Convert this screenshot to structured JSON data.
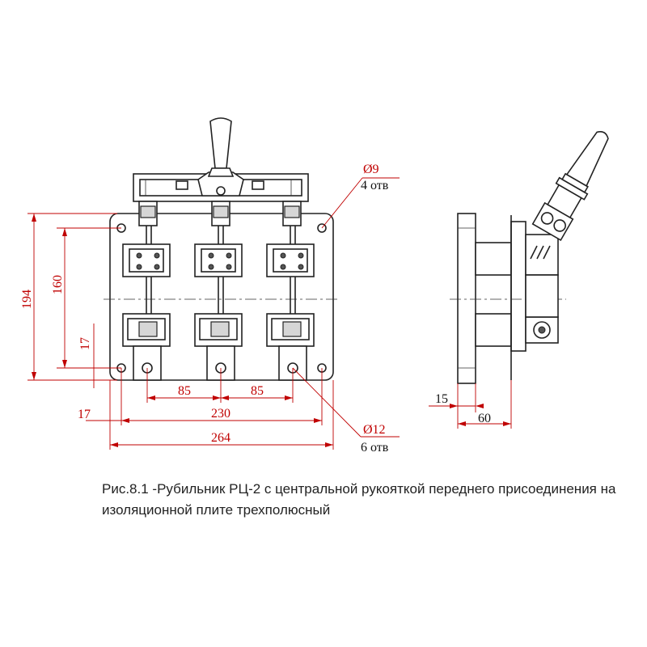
{
  "dimensions": {
    "height_194": "194",
    "height_160": "160",
    "offset_17_vertical": "17",
    "offset_17_horizontal": "17",
    "pitch_left": "85",
    "pitch_right": "85",
    "width_230": "230",
    "width_264": "264",
    "hole_small": "Ø9",
    "hole_small_count": "4 отв",
    "hole_large": "Ø12",
    "hole_large_count": "6 отв",
    "side_15": "15",
    "side_60": "60"
  },
  "caption": {
    "line1": "Рис.8.1 -Рубильник РЦ-2 с центральной рукояткой переднего присоединения на",
    "line2": "изоляционной плите трехполюсный"
  },
  "colors": {
    "dimension_color": "#c00000",
    "line_color": "#222222"
  }
}
